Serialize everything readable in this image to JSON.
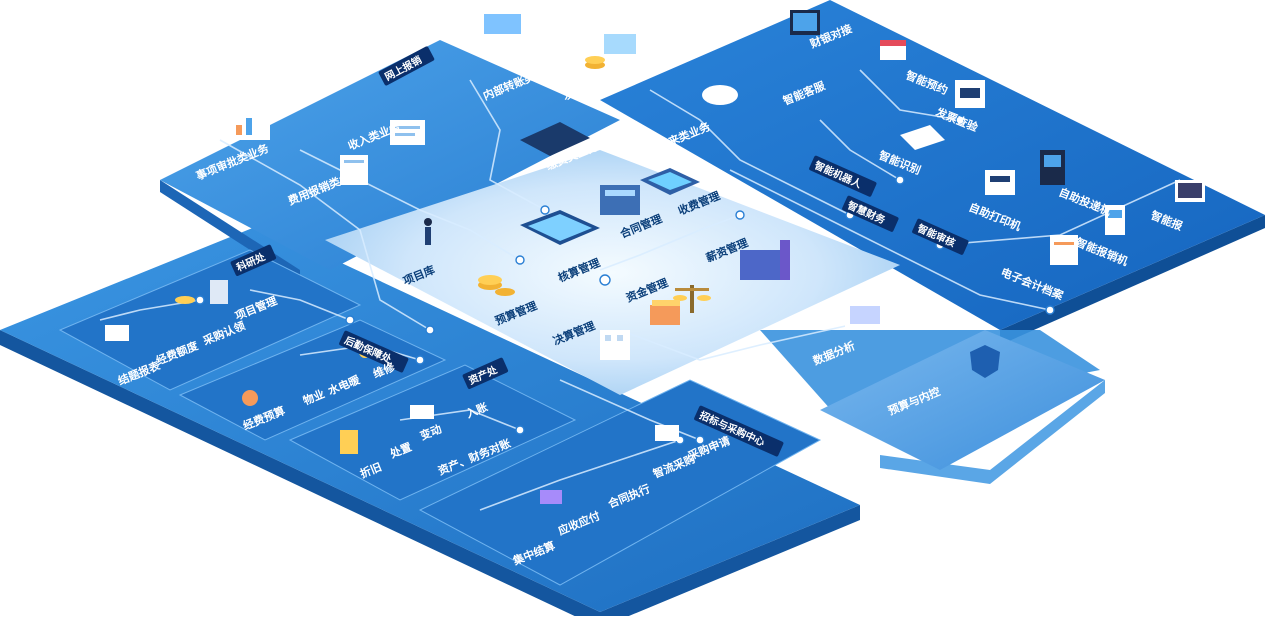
{
  "center": {
    "items": [
      {
        "id": "hexin",
        "label": "核算管理"
      },
      {
        "id": "hetong",
        "label": "合同管理"
      },
      {
        "id": "shoufei",
        "label": "收费管理"
      },
      {
        "id": "xinzi",
        "label": "薪资管理"
      },
      {
        "id": "xiangmu",
        "label": "项目库"
      },
      {
        "id": "yusuan",
        "label": "预算管理"
      },
      {
        "id": "zijin",
        "label": "资金管理"
      },
      {
        "id": "juesuan",
        "label": "决算管理"
      }
    ]
  },
  "online": {
    "tag": "网上报销",
    "items": [
      {
        "id": "neibu",
        "label": "内部转账类业务"
      },
      {
        "id": "fafang",
        "label": "发放类业务"
      },
      {
        "id": "jiaofei",
        "label": "缴费类业务"
      },
      {
        "id": "shouru",
        "label": "收入类业务"
      },
      {
        "id": "shixiang",
        "label": "事项审批类业务"
      },
      {
        "id": "feiyong",
        "label": "费用报销类业务"
      },
      {
        "id": "wanglai",
        "label": "往来类业务"
      }
    ]
  },
  "smart": {
    "items": [
      {
        "id": "caiyin",
        "label": "财银对接"
      },
      {
        "id": "yuyue",
        "label": "智能预约"
      },
      {
        "id": "kefu",
        "label": "智能客服"
      },
      {
        "id": "fapiao",
        "label": "发票查验"
      },
      {
        "id": "shibie",
        "label": "智能识别"
      },
      {
        "id": "jiqiren",
        "label": "智能机器人"
      },
      {
        "id": "dayinji",
        "label": "自助打印机"
      },
      {
        "id": "toudi",
        "label": "自助投递机"
      },
      {
        "id": "caiwu",
        "label": "智慧财务"
      },
      {
        "id": "shenhe",
        "label": "智能审核"
      },
      {
        "id": "zhinengbao",
        "label": "智能报"
      },
      {
        "id": "baoxiaoji",
        "label": "智能报销机"
      },
      {
        "id": "dangan",
        "label": "电子会计档案"
      }
    ]
  },
  "keyan": {
    "tag": "科研处",
    "items": [
      {
        "id": "xmgl",
        "label": "项目管理"
      },
      {
        "id": "caigou",
        "label": "采购认领"
      },
      {
        "id": "jingfei",
        "label": "经费额度"
      },
      {
        "id": "jiesuan",
        "label": "结题报表"
      }
    ]
  },
  "houqin": {
    "tag": "后勤保障处",
    "items": [
      {
        "id": "jfys",
        "label": "经费预算"
      },
      {
        "id": "wuye",
        "label": "物业"
      },
      {
        "id": "shuidian",
        "label": "水电暖"
      },
      {
        "id": "weixiu",
        "label": "维修"
      }
    ]
  },
  "zichan": {
    "tag": "资产处",
    "items": [
      {
        "id": "ruzhang",
        "label": "入账"
      },
      {
        "id": "biandong",
        "label": "变动"
      },
      {
        "id": "chuzhi",
        "label": "处置"
      },
      {
        "id": "zhejiu",
        "label": "折旧"
      },
      {
        "id": "duizhang",
        "label": "资产、财务对账"
      }
    ]
  },
  "zhaobiao": {
    "tag": "招标与采购中心",
    "items": [
      {
        "id": "shenqing",
        "label": "采购申请"
      },
      {
        "id": "zhiliu",
        "label": "智流采购"
      },
      {
        "id": "zhixing",
        "label": "合同执行"
      },
      {
        "id": "yingshou",
        "label": "应收应付"
      },
      {
        "id": "jizhong",
        "label": "集中结算"
      }
    ]
  },
  "analysis": {
    "label": "数据分析"
  },
  "risk": {
    "label": "预算与内控"
  },
  "colors": {
    "platform_top": "#2f86d6",
    "platform_side": "#1f6fc0",
    "platform_dark": "#1b66b6",
    "center_glow": "#cfe8ff",
    "tag_bg": "#0a2f6b"
  }
}
